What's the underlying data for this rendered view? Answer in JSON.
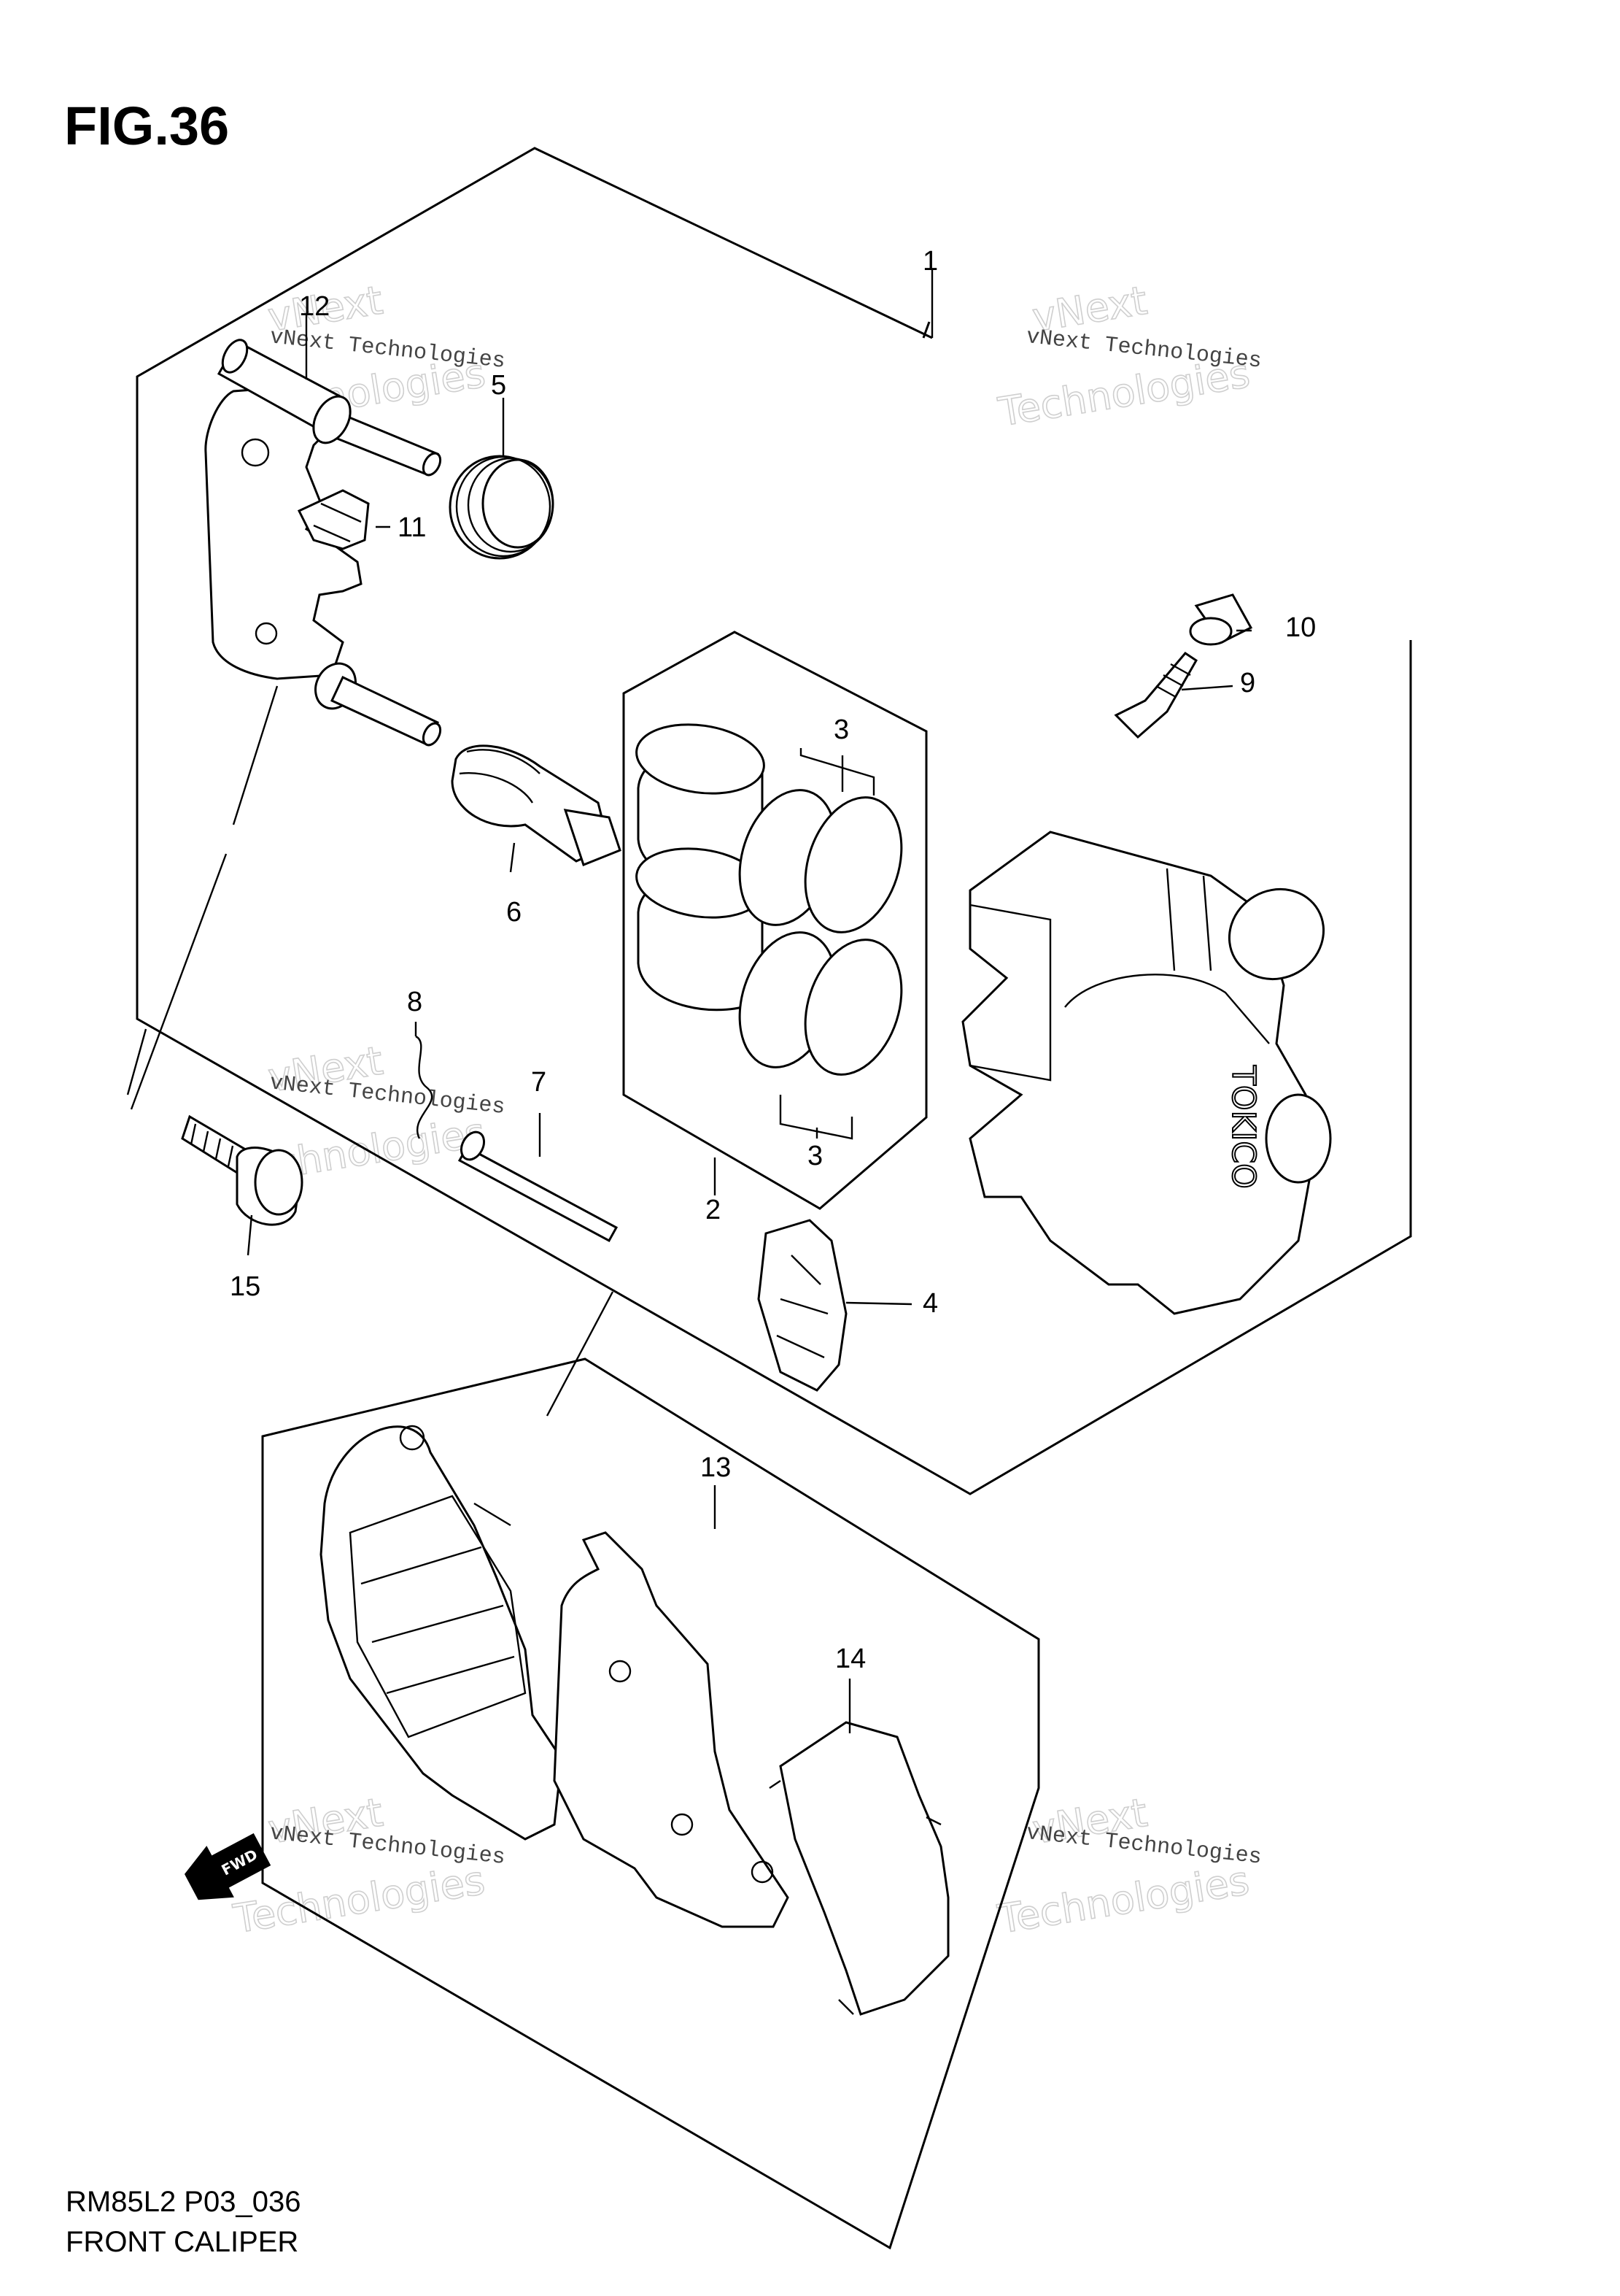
{
  "figure": {
    "title": "FIG.36",
    "code": "RM85L2 P03_036",
    "name": "FRONT CALIPER"
  },
  "callouts": [
    {
      "id": "c1",
      "label": "1"
    },
    {
      "id": "c2",
      "label": "2"
    },
    {
      "id": "c3a",
      "label": "3"
    },
    {
      "id": "c3b",
      "label": "3"
    },
    {
      "id": "c4",
      "label": "4"
    },
    {
      "id": "c5",
      "label": "5"
    },
    {
      "id": "c6",
      "label": "6"
    },
    {
      "id": "c7",
      "label": "7"
    },
    {
      "id": "c8",
      "label": "8"
    },
    {
      "id": "c9",
      "label": "9"
    },
    {
      "id": "c10",
      "label": "10"
    },
    {
      "id": "c11",
      "label": "11"
    },
    {
      "id": "c12",
      "label": "12"
    },
    {
      "id": "c13",
      "label": "13"
    },
    {
      "id": "c14",
      "label": "14"
    },
    {
      "id": "c15",
      "label": "15"
    }
  ],
  "watermark": {
    "line1": "vNext Technologies",
    "line2": "Technologies",
    "line3": "vNext"
  },
  "caliper_brand": "TOKICO",
  "direction_marker": "FWD",
  "icons": [
    "fwd-arrow-icon"
  ],
  "colors": {
    "ink": "#000000",
    "background": "#ffffff",
    "watermark": "#cfcfcf"
  }
}
